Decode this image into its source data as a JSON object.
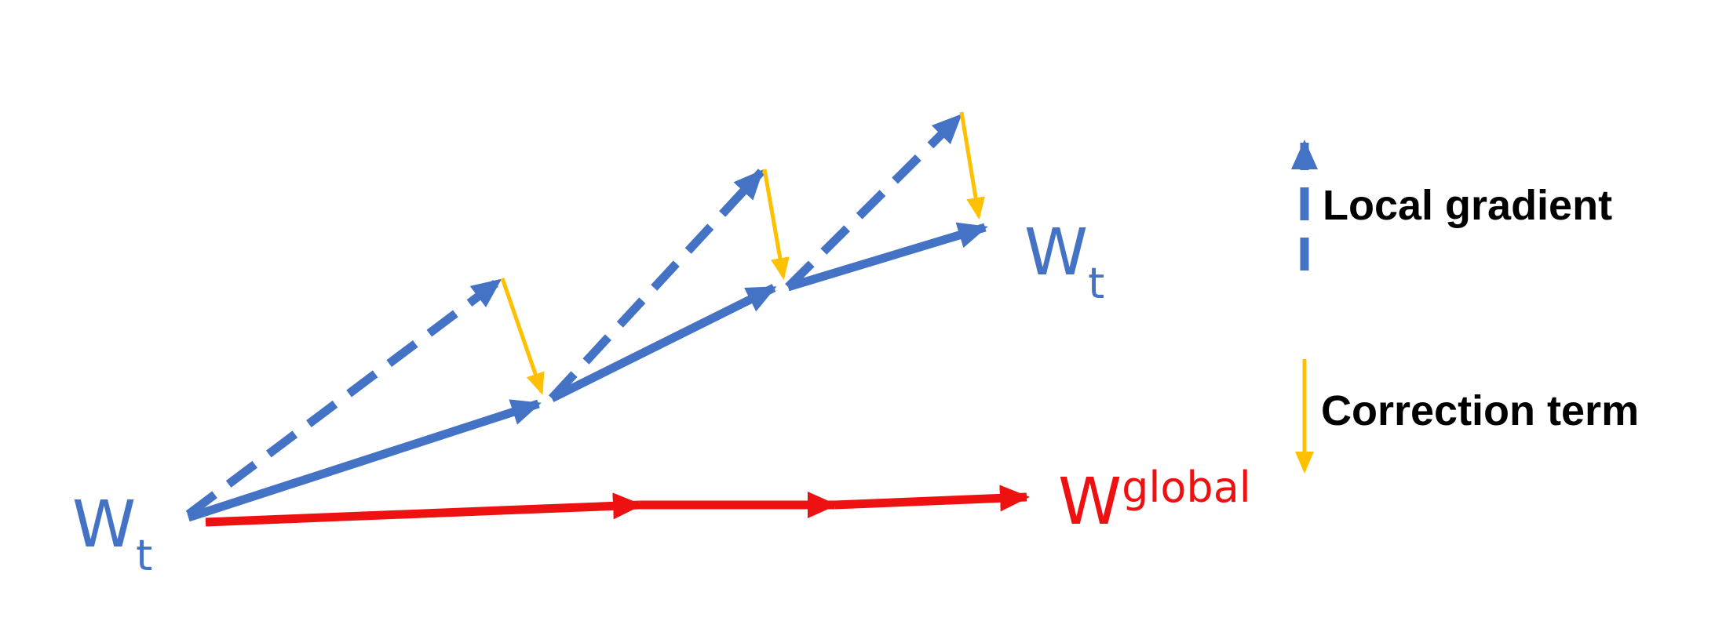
{
  "colors": {
    "local_gradient": "#4472C4",
    "correction_term": "#FFC000",
    "global": "#EE1111",
    "background": "#FFFFFF"
  },
  "labels": {
    "start": {
      "base": "W",
      "sub": "t"
    },
    "end_local": {
      "base": "W",
      "sub": "t"
    },
    "end_global": {
      "base": "W",
      "sup": "global"
    }
  },
  "legend": {
    "local_gradient": "Local gradient",
    "correction_term": "Correction term"
  }
}
